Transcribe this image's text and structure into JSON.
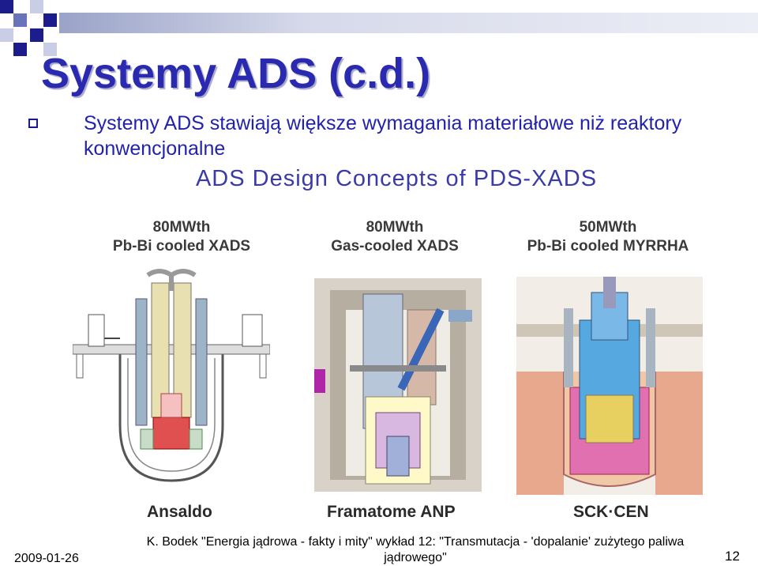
{
  "slide": {
    "title": "Systemy ADS (c.d.)",
    "bullet_text": "Systemy ADS stawiają większe wymagania materiałowe niż reaktory konwencjonalne",
    "subtitle": "ADS Design Concepts of PDS-XADS",
    "concepts": [
      {
        "power": "80MWth",
        "name": "Pb-Bi cooled XADS",
        "maker": "Ansaldo"
      },
      {
        "power": "80MWth",
        "name": "Gas-cooled XADS",
        "maker": "Framatome ANP"
      },
      {
        "power": "50MWth",
        "name": "Pb-Bi cooled MYRRHA",
        "maker": "SCK·CEN"
      }
    ],
    "footer": "K. Bodek \"Energia jądrowa - fakty i mity\" wykład 12: \"Transmutacja - 'dopalanie' zużytego paliwa jądrowego\"",
    "date": "2009-01-26",
    "page_number": "12"
  },
  "colors": {
    "title": "#2a2ab0",
    "text": "#2222aa",
    "accent_bar": "#9aa3c8"
  }
}
